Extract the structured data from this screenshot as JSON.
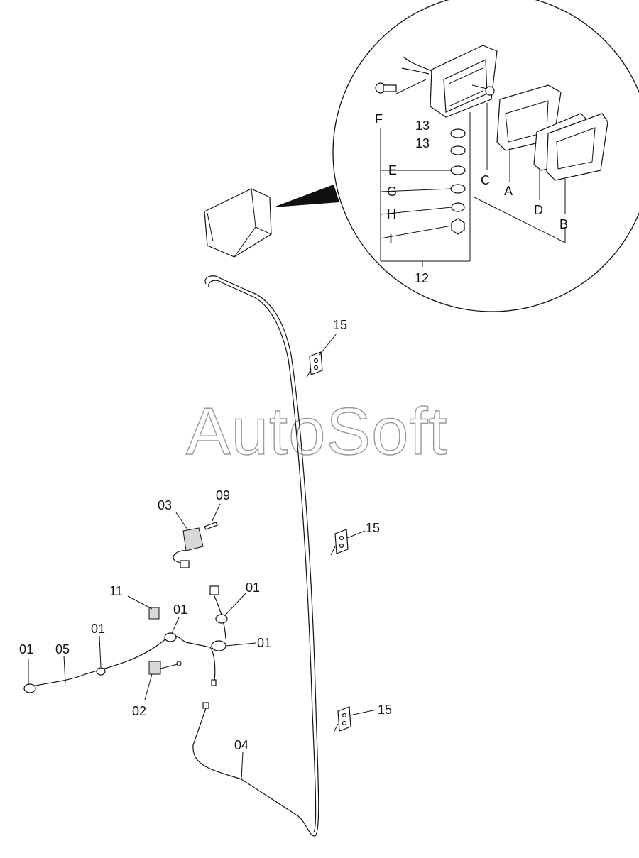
{
  "watermark": "AutoSoft",
  "detail_labels": {
    "F": "F",
    "E": "E",
    "G": "G",
    "H": "H",
    "I": "I",
    "C": "C",
    "A": "A",
    "D": "D",
    "B": "B",
    "n13a": "13",
    "n13b": "13",
    "n12": "12"
  },
  "part_labels": {
    "p15_top": "15",
    "p15_mid": "15",
    "p15_bot": "15",
    "p03": "03",
    "p09": "09",
    "p11": "11",
    "p01_a": "01",
    "p01_b": "01",
    "p01_c": "01",
    "p01_d": "01",
    "p01_e": "01",
    "p05": "05",
    "p02": "02",
    "p04": "04"
  }
}
